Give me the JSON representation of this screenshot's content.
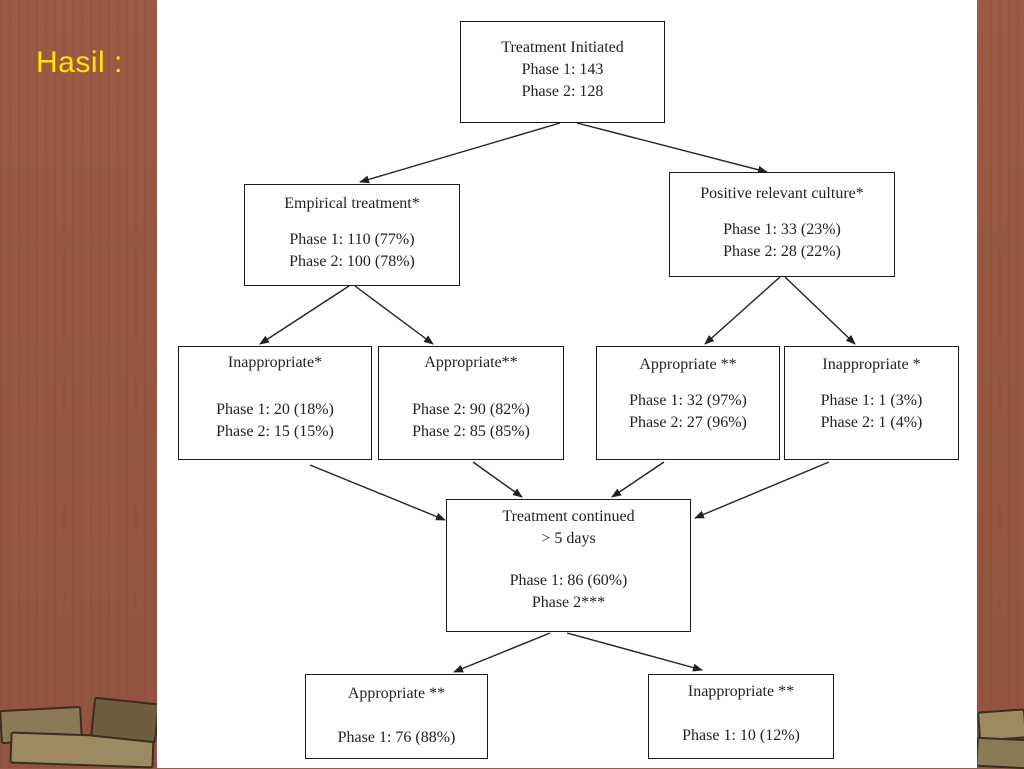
{
  "slide": {
    "heading": "Hasil :"
  },
  "diagram": {
    "root": {
      "title": "Treatment Initiated",
      "lines": [
        "Phase 1: 143",
        "Phase 2: 128"
      ]
    },
    "empirical": {
      "title": "Empirical treatment*",
      "lines": [
        "Phase 1: 110 (77%)",
        "Phase 2: 100 (78%)"
      ]
    },
    "culture": {
      "title": "Positive relevant culture*",
      "lines": [
        "Phase 1: 33 (23%)",
        "Phase 2: 28 (22%)"
      ]
    },
    "emp_inappropriate": {
      "title": "Inappropriate*",
      "lines": [
        "Phase 1: 20 (18%)",
        "Phase 2: 15 (15%)"
      ]
    },
    "emp_appropriate": {
      "title": "Appropriate**",
      "lines": [
        "Phase 2: 90 (82%)",
        "Phase 2: 85 (85%)"
      ]
    },
    "cult_appropriate": {
      "title": "Appropriate **",
      "lines": [
        "Phase 1: 32 (97%)",
        "Phase 2: 27 (96%)"
      ]
    },
    "cult_inappropriate": {
      "title": "Inappropriate *",
      "lines": [
        "Phase 1: 1 (3%)",
        "Phase 2: 1 (4%)"
      ]
    },
    "continued": {
      "title_1": "Treatment continued",
      "title_2": "> 5 days",
      "lines": [
        "Phase 1: 86 (60%)",
        "Phase 2***"
      ]
    },
    "final_appropriate": {
      "title": "Appropriate **",
      "lines": [
        "Phase 1: 76 (88%)"
      ]
    },
    "final_inappropriate": {
      "title": "Inappropriate **",
      "lines": [
        "Phase 1: 10 (12%)"
      ]
    }
  }
}
